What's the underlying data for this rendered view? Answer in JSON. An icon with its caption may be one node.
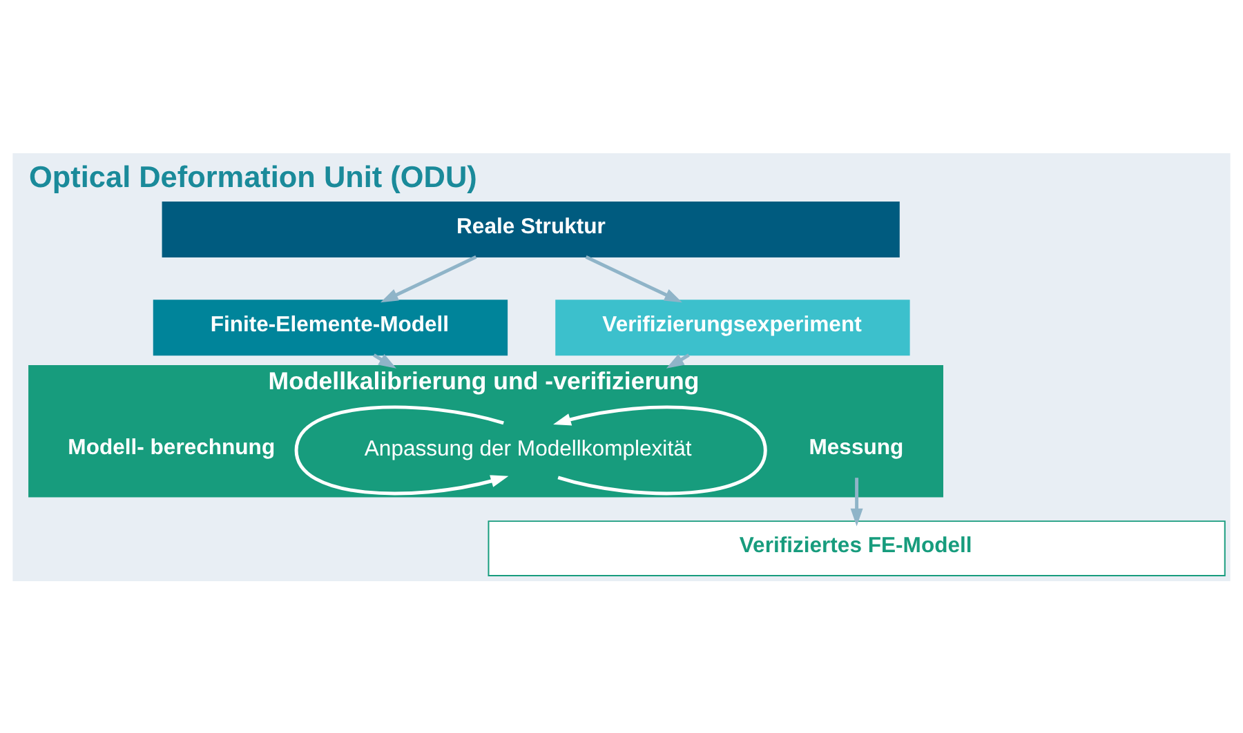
{
  "diagram": {
    "title": "Optical Deformation Unit (ODU)",
    "nodes": [
      {
        "text": [
          "Reale Struktur"
        ]
      },
      {
        "text": [
          "Finite-Elemente-Modell"
        ]
      },
      {
        "text": [
          "Verifizierungsexperiment"
        ]
      },
      {
        "text": [
          "Modellkalibrierung und -verifizierung"
        ]
      },
      {
        "text": [
          "Modell- berechnung"
        ],
        "in": 3
      },
      {
        "text": [
          "Anpassung der Modellkomplexität"
        ],
        "in": 3
      },
      {
        "text": [
          "Messung"
        ],
        "in": 3
      },
      {
        "text": [
          "Verifiziertes FE-Modell"
        ]
      }
    ],
    "edges": [
      {
        "from": 0,
        "to": 1,
        "arrow": "to"
      },
      {
        "from": 0,
        "to": 2,
        "arrow": "to"
      },
      {
        "from": 1,
        "to": 3,
        "arrow": "to"
      },
      {
        "from": 2,
        "to": 3,
        "arrow": "to"
      },
      {
        "from": 5,
        "to": 5,
        "arrow": "to",
        "color": "#ffffff"
      },
      {
        "from": 5,
        "to": 5,
        "arrow": "to",
        "color": "#ffffff"
      },
      {
        "from": 6,
        "to": 7,
        "arrow": "to"
      }
    ]
  }
}
